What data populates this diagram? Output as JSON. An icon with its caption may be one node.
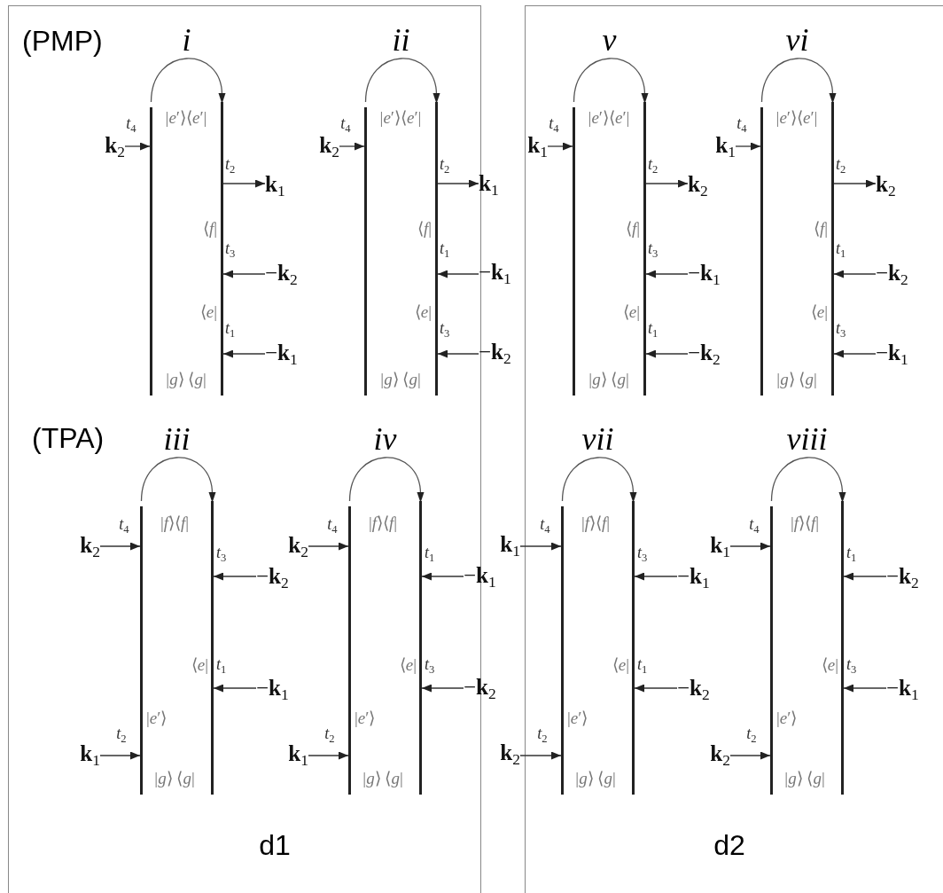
{
  "diagram": {
    "nodes": [
      {
        "text": [
          "d1"
        ]
      },
      {
        "text": [
          "i"
        ],
        "in": 0
      },
      {
        "text": [
          "**k**$_{2}$"
        ],
        "in": 0
      },
      {
        "text": [
          "**k**$_{1}$"
        ],
        "in": 0
      },
      {
        "text": [
          "−**k**$_{2}$"
        ],
        "in": 0
      },
      {
        "text": [
          "−**k**$_{1}$"
        ],
        "in": 0
      },
      {
        "text": [
          "ii"
        ],
        "in": 0
      },
      {
        "text": [
          "**k**$_{2}$"
        ],
        "in": 0
      },
      {
        "text": [
          "**k**$_{1}$"
        ]
      },
      {
        "text": [
          "−**k**$_{1}$"
        ]
      },
      {
        "text": [
          "−**k**$_{2}$"
        ]
      },
      {
        "text": [
          "iii"
        ],
        "in": 0
      },
      {
        "text": [
          "**k**$_{2}$"
        ],
        "in": 0
      },
      {
        "text": [
          "−**k**$_{2}$"
        ],
        "in": 0
      },
      {
        "text": [
          "−**k**$_{1}$"
        ],
        "in": 0
      },
      {
        "text": [
          "**k**$_{1}$"
        ],
        "in": 0
      },
      {
        "text": [
          "iv"
        ],
        "in": 0
      },
      {
        "text": [
          "**k**$_{2}$"
        ],
        "in": 0
      },
      {
        "text": [
          "−**k**$_{1}$"
        ]
      },
      {
        "text": [
          "−**k**$_{2}$"
        ]
      },
      {
        "text": [
          "**k**$_{1}$"
        ],
        "in": 0
      },
      {
        "text": [
          "d2"
        ]
      },
      {
        "text": [
          "v"
        ],
        "in": 21
      },
      {
        "text": [
          "**k**$_{1}$"
        ],
        "in": 21
      },
      {
        "text": [
          "**k**$_{2}$"
        ],
        "in": 21
      },
      {
        "text": [
          "−**k**$_{1}$"
        ],
        "in": 21
      },
      {
        "text": [
          "−**k**$_{2}$"
        ],
        "in": 21
      },
      {
        "text": [
          "vi"
        ],
        "in": 21
      },
      {
        "text": [
          "**k**$_{1}$"
        ],
        "in": 21
      },
      {
        "text": [
          "**k**$_{2}$"
        ],
        "in": 21
      },
      {
        "text": [
          "−**k**$_{2}$"
        ],
        "in": 21
      },
      {
        "text": [
          "−**k**$_{1}$"
        ],
        "in": 21
      },
      {
        "text": [
          "vii"
        ],
        "in": 21
      },
      {
        "text": [
          "**k**$_{1}$"
        ]
      },
      {
        "text": [
          "−**k**$_{1}$"
        ],
        "in": 21
      },
      {
        "text": [
          "−**k**$_{2}$"
        ],
        "in": 21
      },
      {
        "text": [
          "**k**$_{2}$"
        ]
      },
      {
        "text": [
          "viii"
        ],
        "in": 21
      },
      {
        "text": [
          "**k**$_{1}$"
        ],
        "in": 21
      },
      {
        "text": [
          "−**k**$_{2}$"
        ],
        "in": 21
      },
      {
        "text": [
          "−**k**$_{1}$"
        ],
        "in": 21
      },
      {
        "text": [
          "**k**$_{2}$"
        ],
        "in": 21
      }
    ],
    "edges": [
      {
        "from": 2,
        "to": 1,
        "arrow": "to"
      },
      {
        "from": 1,
        "to": 3,
        "arrow": "to"
      },
      {
        "from": 4,
        "to": 1,
        "arrow": "to"
      },
      {
        "from": 5,
        "to": 1,
        "arrow": "to"
      },
      {
        "from": 7,
        "to": 6,
        "arrow": "to"
      },
      {
        "from": 6,
        "to": 8,
        "arrow": "to"
      },
      {
        "from": 9,
        "to": 6,
        "arrow": "to"
      },
      {
        "from": 10,
        "to": 6,
        "arrow": "to"
      },
      {
        "from": 12,
        "to": 11,
        "arrow": "to"
      },
      {
        "from": 13,
        "to": 11,
        "arrow": "to"
      },
      {
        "from": 14,
        "to": 11,
        "arrow": "to"
      },
      {
        "from": 15,
        "to": 11,
        "arrow": "to"
      },
      {
        "from": 17,
        "to": 16,
        "arrow": "to"
      },
      {
        "from": 18,
        "to": 16,
        "arrow": "to"
      },
      {
        "from": 19,
        "to": 16,
        "arrow": "to"
      },
      {
        "from": 20,
        "to": 16,
        "arrow": "to"
      },
      {
        "from": 23,
        "to": 22,
        "arrow": "to"
      },
      {
        "from": 22,
        "to": 24,
        "arrow": "to"
      },
      {
        "from": 25,
        "to": 22,
        "arrow": "to"
      },
      {
        "from": 26,
        "to": 22,
        "arrow": "to"
      },
      {
        "from": 28,
        "to": 27,
        "arrow": "to"
      },
      {
        "from": 27,
        "to": 29,
        "arrow": "to"
      },
      {
        "from": 30,
        "to": 27,
        "arrow": "to"
      },
      {
        "from": 31,
        "to": 27,
        "arrow": "to"
      },
      {
        "from": 33,
        "to": 32,
        "arrow": "to"
      },
      {
        "from": 34,
        "to": 32,
        "arrow": "to"
      },
      {
        "from": 35,
        "to": 32,
        "arrow": "to"
      },
      {
        "from": 36,
        "to": 32,
        "arrow": "to"
      },
      {
        "from": 38,
        "to": 37,
        "arrow": "to"
      },
      {
        "from": 39,
        "to": 37,
        "arrow": "to"
      },
      {
        "from": 40,
        "to": 37,
        "arrow": "to"
      },
      {
        "from": 41,
        "to": 37,
        "arrow": "to"
      }
    ],
    "labels": [
      "(PMP)",
      "|*e*′⟩⟨*e*′|",
      "*t*$_{4}$",
      "*t*$_{2}$",
      "⟨*f*|",
      "*t*$_{3}$",
      "⟨*e*|",
      "*t*$_{1}$",
      "|*g*⟩ ⟨*g*|",
      "|*e*′⟩⟨*e*′|",
      "*t*$_{4}$",
      "*t*$_{2}$",
      "⟨*f*|",
      "*t*$_{1}$",
      "⟨*e*|",
      "*t*$_{3}$",
      "|*g*⟩ ⟨*g*|",
      "|*e*′⟩⟨*e*′|",
      "*t*$_{4}$",
      "*t*$_{2}$",
      "⟨*f*|",
      "*t*$_{3}$",
      "⟨*e*|",
      "*t*$_{1}$",
      "|*g*⟩ ⟨*g*|",
      "|*e*′⟩⟨*e*′|",
      "*t*$_{4}$",
      "*t*$_{2}$",
      "⟨*f*|",
      "*t*$_{1}$",
      "⟨*e*|",
      "*t*$_{3}$",
      "|*g*⟩ ⟨*g*|",
      "(TPA)",
      "|*f*⟩⟨*f*|",
      "*t*$_{4}$",
      "*t*$_{3}$",
      "⟨*e*|",
      "*t*$_{1}$",
      "|*e*′⟩",
      "*t*$_{2}$",
      "|*g*⟩ ⟨*g*|",
      "|*f*⟩⟨*f*|",
      "*t*$_{4}$",
      "*t*$_{1}$",
      "⟨*e*|",
      "*t*$_{3}$",
      "|*e*′⟩",
      "*t*$_{2}$",
      "|*g*⟩ ⟨*g*|",
      "|*f*⟩⟨*f*|",
      "*t*$_{4}$",
      "*t*$_{3}$",
      "⟨*e*|",
      "*t*$_{1}$",
      "|*e*′⟩",
      "*t*$_{2}$",
      "|*g*⟩ ⟨*g*|",
      "|*f*⟩⟨*f*|",
      "*t*$_{4}$",
      "*t*$_{1}$",
      "⟨*e*|",
      "*t*$_{3}$",
      "|*e*′⟩",
      "*t*$_{2}$",
      "|*g*⟩ ⟨*g*|"
    ]
  }
}
